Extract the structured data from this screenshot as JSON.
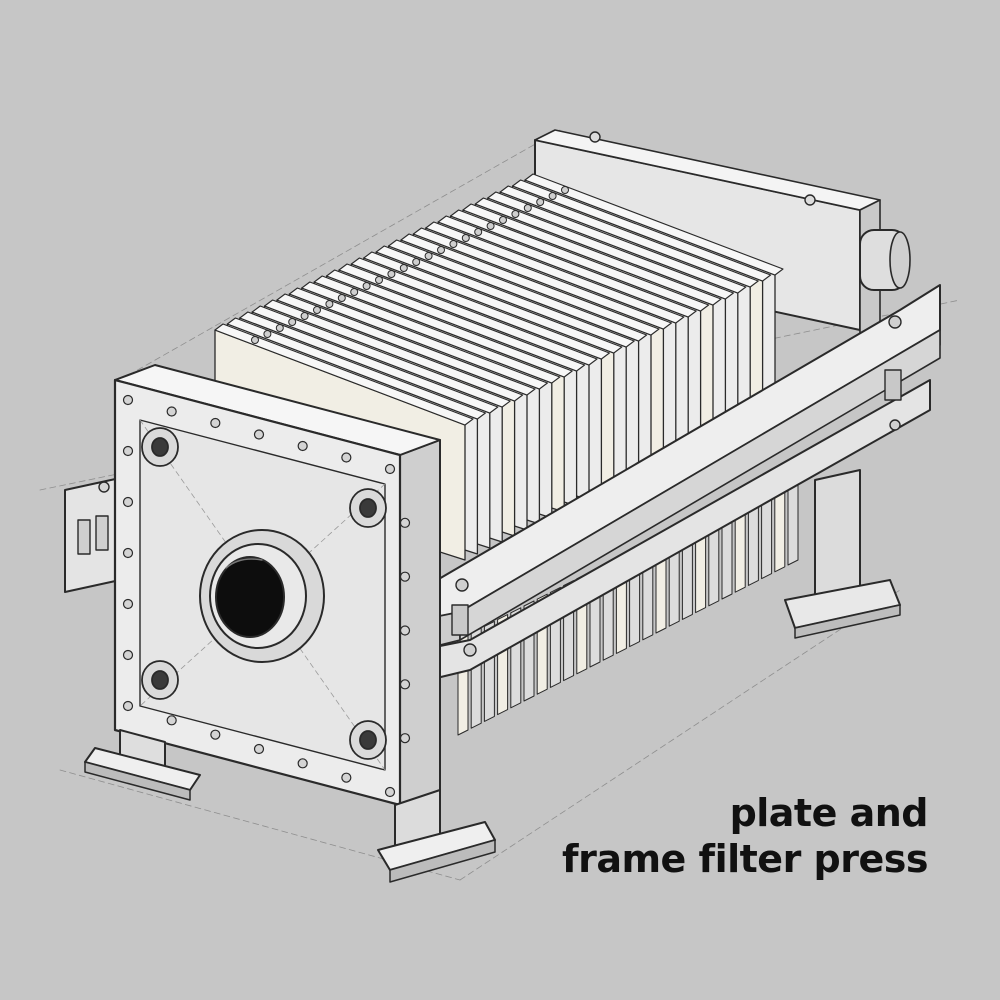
{
  "caption": {
    "line1": "plate and",
    "line2": "frame filter press"
  },
  "colors": {
    "background": "#c6c6c6",
    "metal": "#ececec",
    "metal_shade": "#d2d2d2",
    "cloth": "#f1eee4",
    "ink": "#2a2a2a"
  },
  "illustration": {
    "plate_count": 26
  }
}
